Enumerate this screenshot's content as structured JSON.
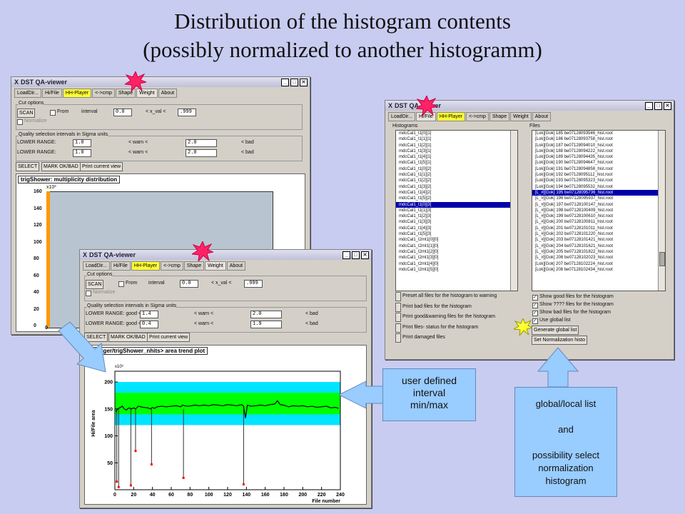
{
  "slide": {
    "title_line1": "Distribution of the histogram contents",
    "title_line2": "(possibly normalized to another histogramm)"
  },
  "window": {
    "title": "DST QA-viewer",
    "tabs": [
      "LoadDir...",
      "Hi/File",
      "HH-Player",
      "<->cmp",
      "Shape",
      "Weight",
      "About"
    ],
    "close_glyph": "✕",
    "app_glyph": "X"
  },
  "weight_panel": {
    "cut_options_label": "Cut options",
    "scan_button": "SCAN",
    "from_label": "From",
    "interval_label": "interval",
    "x_val_label": "< x_val <",
    "normalize_label": "Normalize",
    "quality_label": "Quality selection intervals in Sigma units",
    "select_button": "SELECT",
    "mark_button": "MARK OK/BAD",
    "print_button": "Print current view"
  },
  "back_window": {
    "interval_min": "0.0",
    "interval_max": ".999",
    "lower_label_1": "LOWER RANGE:",
    "lower_label_2": "LOWER RANGE:",
    "lower_val_1": "1.0",
    "lower_val_2": "1.0",
    "warn_label": "< warn <",
    "warn_val_1": "2.0",
    "warn_val_2": "2.0",
    "bad_label": "< bad",
    "plot_title": "trigShower: multiplicity distribution",
    "y_multiplier": "x10³",
    "y_ticks": [
      "160",
      "140",
      "120",
      "100",
      "80",
      "60",
      "40",
      "20",
      "0"
    ],
    "x_tick": "0"
  },
  "front_window": {
    "interval_min": "0.0",
    "interval_max": ".999",
    "lower_label_1": "LOWER RANGE: good <",
    "lower_label_2": "LOWER RANGE: good <",
    "lower_val_1": "1.4",
    "lower_val_2": "0.4",
    "warn_label": "< warn <",
    "warn_val_1": "2.0",
    "warn_val_2": "1.9",
    "bad_label": "< bad",
    "plot_title": "<trigger/trigShower_nhits> area trend plot",
    "y_label": "Hi/File area",
    "x_label": "File number",
    "y_multiplier": "x10³"
  },
  "chart_data": {
    "type": "line",
    "title": "<trigger/trigShower_nhits> area trend plot",
    "xlabel": "File number",
    "ylabel": "Hi/File area",
    "xlim": [
      0,
      240
    ],
    "ylim": [
      0,
      220
    ],
    "x_ticks": [
      0,
      20,
      40,
      60,
      80,
      100,
      120,
      140,
      160,
      180,
      200,
      220,
      240
    ],
    "y_ticks": [
      50,
      100,
      150,
      200
    ],
    "bands": {
      "good": [
        140,
        180
      ],
      "warn": [
        120,
        200
      ]
    },
    "series": [
      {
        "x": [
          1,
          3,
          5,
          8,
          10,
          12,
          15,
          18,
          20,
          22,
          25,
          30,
          35,
          38,
          40,
          42,
          45,
          50,
          55,
          60,
          65,
          70,
          72,
          74,
          78,
          85,
          90,
          95,
          100,
          105,
          110,
          115,
          120,
          125,
          130,
          135,
          137,
          139,
          141,
          143,
          145,
          150,
          155,
          160,
          165,
          170,
          173,
          176,
          180,
          185,
          190,
          195,
          200,
          205,
          210,
          215,
          220,
          225,
          230,
          235,
          238
        ],
        "y": [
          145,
          150,
          152,
          155,
          150,
          148,
          152,
          150,
          152,
          150,
          155,
          153,
          152,
          150,
          153,
          151,
          154,
          155,
          154,
          155,
          156,
          154,
          157,
          156,
          155,
          157,
          156,
          157,
          156,
          158,
          157,
          156,
          158,
          157,
          156,
          158,
          155,
          133,
          157,
          156,
          155,
          156,
          157,
          156,
          158,
          159,
          165,
          158,
          157,
          154,
          156,
          155,
          156,
          154,
          155,
          153,
          154,
          155,
          152,
          153,
          151
        ]
      }
    ],
    "dips": [
      {
        "x": 2,
        "y": 15
      },
      {
        "x": 4,
        "y": 5
      },
      {
        "x": 17,
        "y": 8
      },
      {
        "x": 22,
        "y": 72
      },
      {
        "x": 39,
        "y": 47
      },
      {
        "x": 73,
        "y": 22
      },
      {
        "x": 137,
        "y": 10
      }
    ]
  },
  "right_window": {
    "histograms_label": "Histograms",
    "files_label": "Files",
    "histograms": [
      "mdcCal1_t1[0][1]",
      "mdcCal1_t1[1][1]",
      "mdcCal1_t1[2][1]",
      "mdcCal1_t1[3][1]",
      "mdcCal1_t1[4][1]",
      "mdcCal1_t1[5][1]",
      "mdcCal1_t1[0][2]",
      "mdcCal1_t1[1][2]",
      "mdcCal1_t1[2][2]",
      "mdcCal1_t1[3][2]",
      "mdcCal1_t1[4][2]",
      "mdcCal1_t1[5][2]",
      "mdcCal1_t1[0][3]",
      "mdcCal1_t1[1][3]",
      "mdcCal1_t1[2][3]",
      "mdcCal1_t1[3][3]",
      "mdcCal1_t1[4][3]",
      "mdcCal1_t1[5][3]",
      "mdcCal1_t2mt1[0][0]",
      "mdcCal1_t2mt1[1][0]",
      "mdcCal1_t2mt1[2][0]",
      "mdcCal1_t2mt1[3][0]",
      "mdcCal1_t2mt1[4][0]",
      "mdcCal1_t2mt1[5][0]"
    ],
    "selected_histogram_index": 12,
    "files": [
      "[Lok][Gok] 185 be07128093546_hist.root",
      "[Lok][Gok] 186 be07128093758_hist.root",
      "[Lok][Gok] 187 be07128094010_hist.root",
      "[Lok][Gok] 188 be07128094222_hist.root",
      "[Lok][Gok] 189 be07128094435_hist.root",
      "[Lok][Gok] 190 be07128094647_hist.root",
      "[Lok][Gok] 191 be07128094858_hist.root",
      "[Lok][Gok] 192 be07128095112_hist.root",
      "[Lok][Gok] 193 be07128095323_hist.root",
      "[Lok][Gok] 194 be07128095532_hist.root",
      "[L_#][Gok] 195 be07128095736_hist.root",
      "[L_#][Gok] 196 be07128095937_hist.root",
      "[L_#][Gok] 197 be07128100147_hist.root",
      "[L_#][Gok] 198 be07128100409_hist.root",
      "[L_#][Gok] 199 be07128100610_hist.root",
      "[L_#][Gok] 200 be07128100811_hist.root",
      "[L_#][Gok] 201 be07128101011_hist.root",
      "[L_#][Gok] 202 be07128101220_hist.root",
      "[L_#][Gok] 203 be07128101421_hist.root",
      "[L_#][Gok] 204 be07128101621_hist.root",
      "[L_#][Gok] 205 be07128101822_hist.root",
      "[L_#][Gok] 206 be07128102023_hist.root",
      "[Lok][Gok] 207 be07128102224_hist.root",
      "[Lok][Gok] 208 be07128102434_hist.root"
    ],
    "selected_file_index": 10,
    "left_buttons": [
      "Preset all files for the histogram to warning",
      "Print bad files for the histogram",
      "Print good&warning files for the histogram",
      "Print files- status for the histogram",
      "Print damaged files"
    ],
    "right_checks": [
      "Show good files for the histogram",
      "Show ???? files for the histogram",
      "Show bad  files for the histogram",
      "Use global list"
    ],
    "generate_button": "Generate global list",
    "set_norm_button": "Set Normalization histo"
  },
  "callouts": {
    "interval_lines": [
      "user defined",
      "interval",
      "min/max"
    ],
    "global_lines": [
      "global/local list",
      "",
      "and",
      "",
      "possibility select",
      "normalization",
      "histogram"
    ]
  },
  "colors": {
    "background": "#c8ccf0",
    "highlight_tab": "#ffff33",
    "good_band": "#00ff00",
    "warn_band": "#00e5ff",
    "callout": "#99ccff",
    "star": "#ff2266",
    "dip_marker": "#ff0000"
  }
}
